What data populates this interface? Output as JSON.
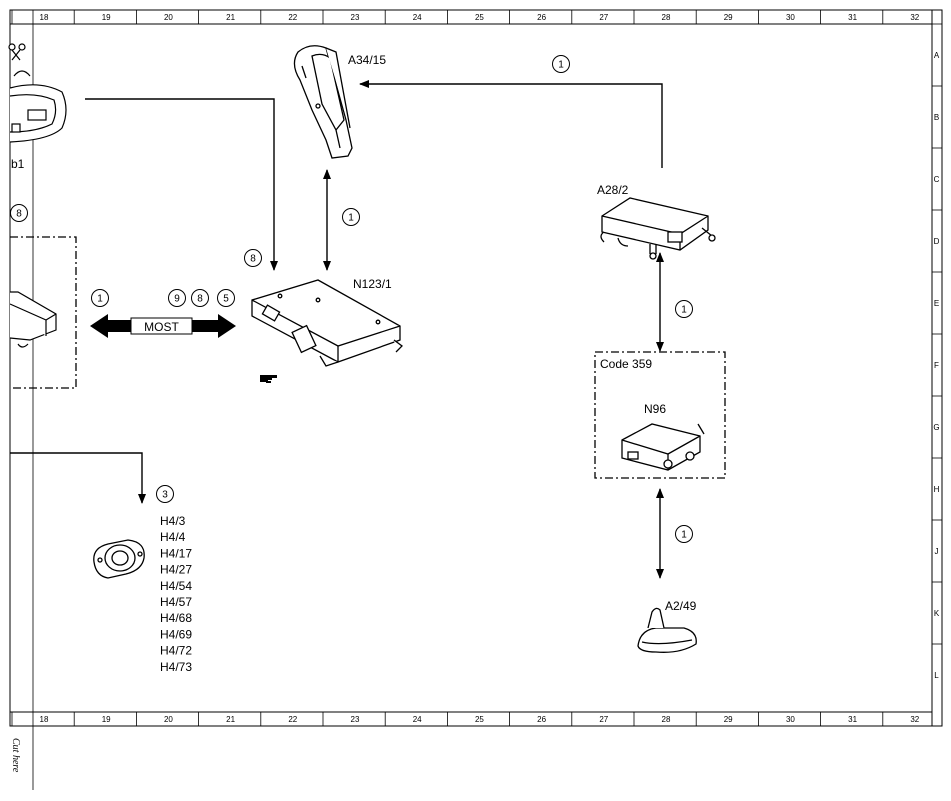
{
  "ruler": {
    "columns": [
      "18",
      "19",
      "20",
      "21",
      "22",
      "23",
      "24",
      "25",
      "26",
      "27",
      "28",
      "29",
      "30",
      "31",
      "32"
    ],
    "rows": [
      "A",
      "B",
      "C",
      "D",
      "E",
      "F",
      "G",
      "H",
      "J",
      "K",
      "L"
    ]
  },
  "components": {
    "a34_15": "A34/15",
    "b1": "b1",
    "a28_2": "A28/2",
    "n123_1": "N123/1",
    "code_359": "Code 359",
    "n96": "N96",
    "a2_49": "A2/49",
    "speakers": [
      "H4/3",
      "H4/4",
      "H4/17",
      "H4/27",
      "H4/54",
      "H4/57",
      "H4/68",
      "H4/69",
      "H4/72",
      "H4/73"
    ]
  },
  "bus": {
    "label": "MOST"
  },
  "circles": {
    "top_right": "1",
    "a34_n123": "1",
    "a28_n96": "1",
    "n96_a249": "1",
    "left_8": "8",
    "n123_8": "8",
    "most_left": "1",
    "most_9": "9",
    "most_8": "8",
    "most_5": "5",
    "speakers_3": "3"
  },
  "footer": {
    "cut_here": "Cut here"
  }
}
